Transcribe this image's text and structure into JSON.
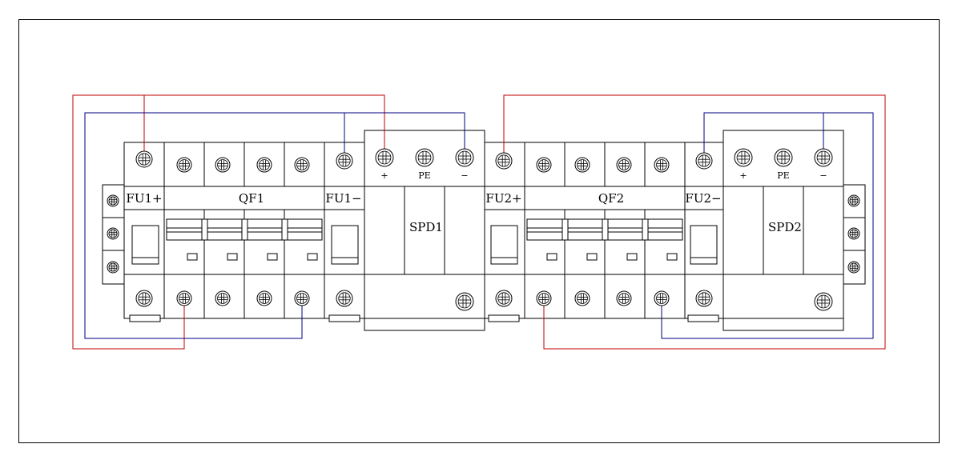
{
  "labels": {
    "fu1_pos": "FU1+",
    "qf1": "QF1",
    "fu1_neg": "FU1−",
    "spd1": "SPD1",
    "fu2_pos": "FU2+",
    "qf2": "QF2",
    "fu2_neg": "FU2−",
    "spd2": "SPD2",
    "plus": "+",
    "pe": "PE",
    "minus": "−"
  },
  "colors": {
    "positive_wire": "#c00000",
    "negative_wire": "#000080",
    "outline": "#000000"
  },
  "icons": {
    "terminal": "terminal-screw-icon"
  }
}
